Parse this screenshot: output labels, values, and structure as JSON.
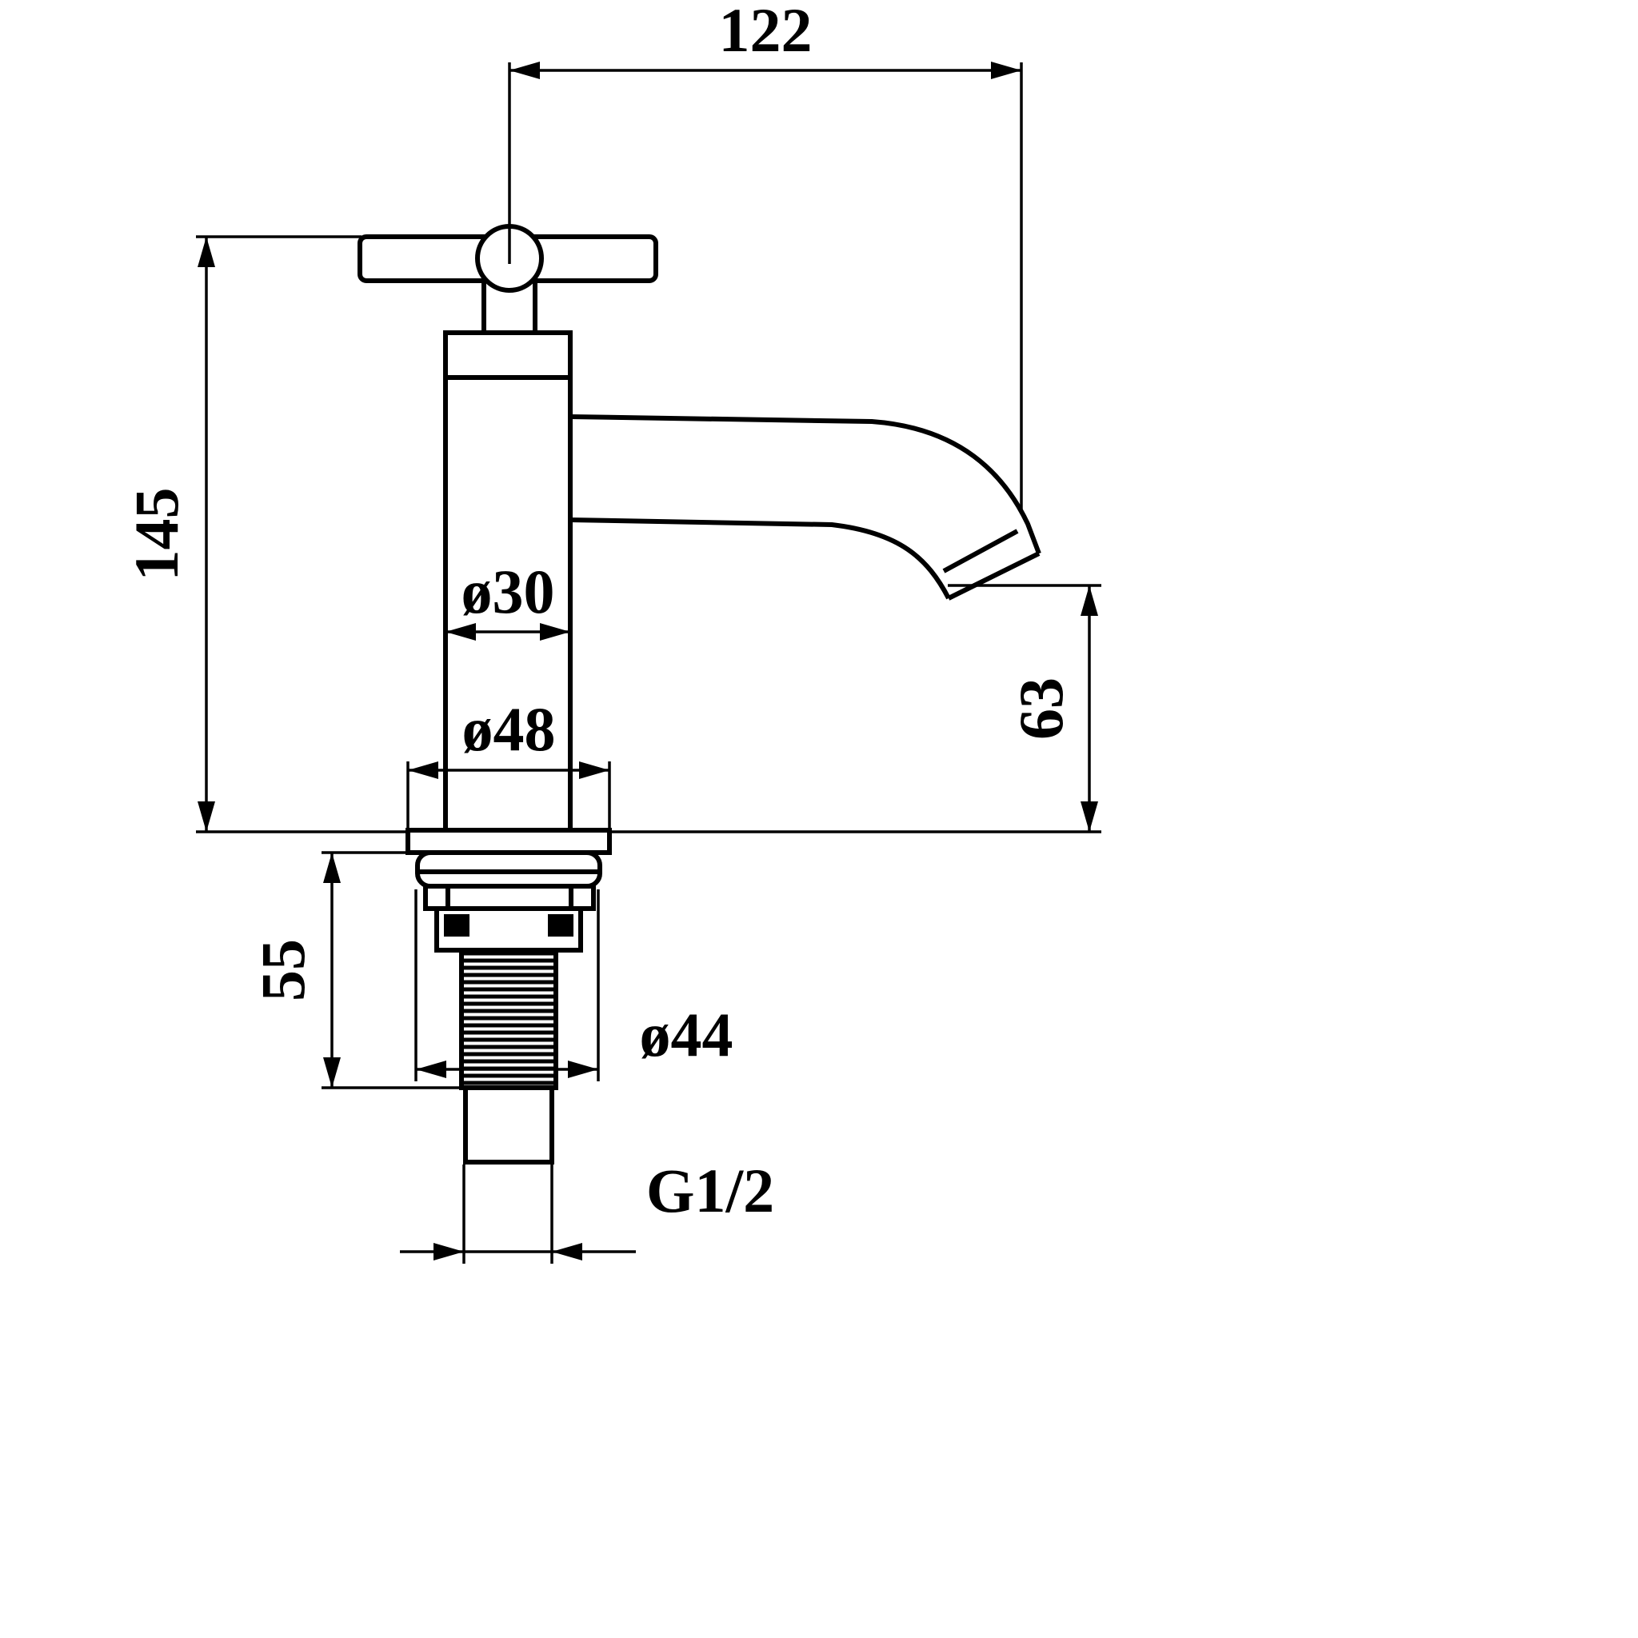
{
  "page": {
    "background": "#ffffff"
  },
  "drawing": {
    "kind": "dimensioned technical drawing",
    "subject": "cross-handle pillar basin tap, front elevation",
    "line_color": "#000000",
    "labels": {
      "width_handle_to_spout": "122",
      "overall_height": "145",
      "body_diameter": "ø30",
      "base_diameter": "ø48",
      "spout_outlet_height": "63",
      "shank_length": "55",
      "flange_diameter": "ø44",
      "thread_size": "G1/2"
    }
  }
}
